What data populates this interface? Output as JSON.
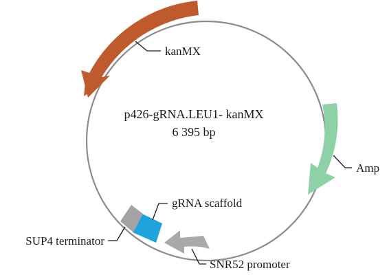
{
  "plasmid": {
    "name": "p426-gRNA.LEU1- kanMX",
    "size": "6 395 bp"
  },
  "features": [
    {
      "id": "kanmx",
      "label": "kanMX",
      "color": "#bf5a2c"
    },
    {
      "id": "amp",
      "label": "Amp",
      "color": "#8fd1a6"
    },
    {
      "id": "snr52",
      "label": "SNR52 promoter",
      "color": "#a9a9ab"
    },
    {
      "id": "scaffold",
      "label": "gRNA scaffold",
      "color": "#1fa3dd"
    },
    {
      "id": "sup4",
      "label": "SUP4 terminator",
      "color": "#a3a3a5"
    }
  ],
  "colors": {
    "backbone": "#8c8c8c"
  }
}
